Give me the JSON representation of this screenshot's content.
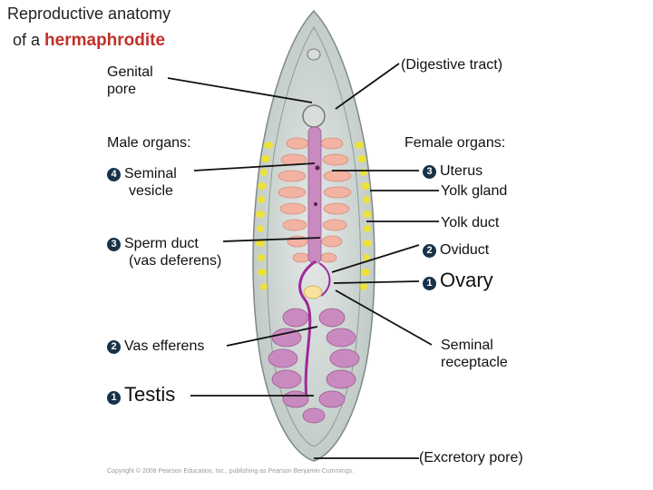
{
  "title": {
    "line1": "Reproductive anatomy",
    "line2_prefix": "of a",
    "line2_emphasis": "hermaphrodite",
    "emphasis_color": "#c0302a"
  },
  "labels": {
    "genital_pore": [
      "Genital",
      "pore"
    ],
    "digestive_tract": "(Digestive tract)",
    "male_organs": "Male organs:",
    "female_organs": "Female organs:",
    "seminal_vesicle": {
      "num": "4",
      "lines": [
        "Seminal",
        "vesicle"
      ]
    },
    "uterus": {
      "num": "3",
      "text": "Uterus"
    },
    "yolk_gland": "Yolk gland",
    "yolk_duct": "Yolk duct",
    "sperm_duct": {
      "num": "3",
      "lines": [
        "Sperm duct",
        "(vas deferens)"
      ]
    },
    "oviduct": {
      "num": "2",
      "text": "Oviduct"
    },
    "ovary": {
      "num": "1",
      "text": "Ovary"
    },
    "vas_efferens": {
      "num": "2",
      "text": "Vas efferens"
    },
    "seminal_receptacle": [
      "Seminal",
      "receptacle"
    ],
    "testis": {
      "num": "1",
      "text": "Testis"
    },
    "excretory_pore": "(Excretory pore)"
  },
  "copyright": "Copyright © 2008 Pearson Education, Inc., publishing as Pearson Benjamin Cummings.",
  "colors": {
    "testis": "#c98ac0",
    "sperm_duct": "#a0289a",
    "uterus": "#f2b3a3",
    "yolk": "#ece23a",
    "number_badge": "#17324a"
  }
}
